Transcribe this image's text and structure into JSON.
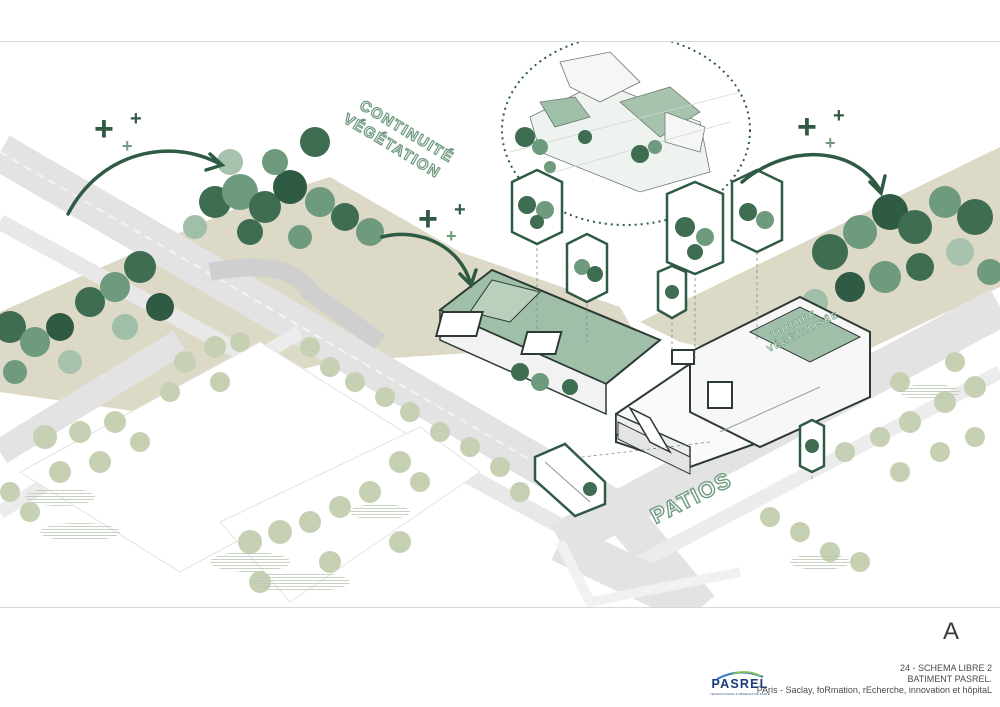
{
  "diagram": {
    "labels": {
      "vegetation_continuity_line1": "CONTINUITÉ",
      "vegetation_continuity_line2": "VÉGÉTATION",
      "green_roof_line1": "TOITURE",
      "green_roof_line2": "VÉGÉTALISÉE",
      "patios": "PATIOS",
      "plus_sign": "+"
    }
  },
  "sheet": {
    "letter": "A",
    "caption_line1": "24 - SCHEMA LIBRE 2",
    "caption_line2": "BATIMENT PASREL.",
    "caption_line3": "PAris - Saclay, foRmation, rEcherche, innovation et hôpitaL"
  },
  "logo": {
    "wordmark": "PASREL",
    "tagline": "TECHNOLOGIES & RÉSEAUX DE SANTÉ"
  },
  "colors": {
    "dark_green": "#2f5a43",
    "mid_green": "#6e9a7d",
    "light_green": "#a8c3ad",
    "roof_green": "#9fbfa8",
    "sand": "#d9d5c5",
    "road": "#dcdcdc",
    "pale_tree": "#c6d1b4",
    "outline": "#2c3a33",
    "logo_blue": "#173c7a"
  }
}
